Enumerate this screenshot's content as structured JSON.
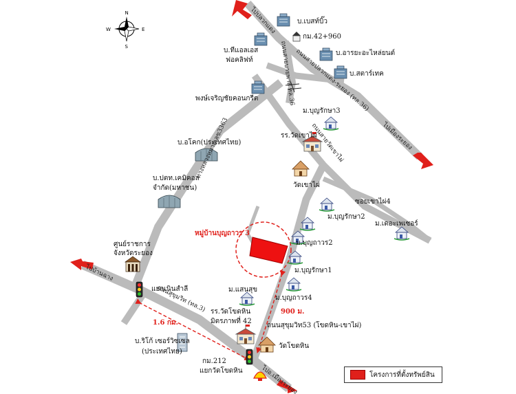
{
  "colors": {
    "road": "#bbbbbb",
    "accent": "#e0201b",
    "arrow": "#e0201b",
    "project": "#ee1111"
  },
  "compass": {
    "n": "N",
    "s": "S",
    "e": "E",
    "w": "W"
  },
  "directions": {
    "to_ban_chang": "ไปบ้านฉาง",
    "to_rayong_north": "ไปเมืองระยอง",
    "to_rayong_south": "ไปอ.เมืองระยอง",
    "to_ban_chang_top": "ไปปลวกแดง"
  },
  "roads": {
    "road_36": "ถนนสายบายพาส ทล.36",
    "road_pluak_daeng_rayong": "ถนนสายปลวกแดง-ระยอง (ทล.36)",
    "road_363": "ทางหลวงหมายเลข3363",
    "road_khao_pai": "ถนนสายวัดเขาไผ่",
    "soi_khao_pai_4": "ซอยเขาไผ่4",
    "sukhumvit": "ถนนสุขุมวิท (ทล.3)",
    "sukhumvit_53": "ถนนสุขุมวิท53 (โขดหิน-เขาไผ่)"
  },
  "places": {
    "besetbio": "บ.เบสท์บิ๊ว",
    "km42": "กม.42+960",
    "tsforklift_1": "บ.ทีแอลเอส",
    "tsforklift_2": "ฟอคลิฟท์",
    "araya": "บ.อารยะอะไหล่ยนต์",
    "startech": "บ.สตาร์เทค",
    "pong_charoen": "พงษ์เจริญชัยคอนกรีต",
    "bunrak3": "ม.บุญรักษา3",
    "school_khao_pai": "รร.วัดเขาไผ่",
    "okoke": "บ.อโคก(ประเทศไทย)",
    "wat_khao_pai": "วัดเขาไผ่",
    "ptt_1": "บ.ปตท.เคมิคอล",
    "ptt_2": "จำกัด(มหาชน)",
    "bunrak2": "ม.บุญรักษา2",
    "the_ace": "ม.เดอะเพเซอร์",
    "project_village": "หมู่บ้านบุญถาวร 3",
    "center_1": "ศูนย์ราชการ",
    "center_2": "จังหวัดระยอง",
    "bunthaworn2": "ม.บุญถาวร2",
    "bunrak1": "ม.บุญรักษา1",
    "yaek_noen_sam_sip": "แยกเนินสำลี",
    "saensuk": "ม.แสนสุข",
    "bunthaworn4": "ม.บุญถาวร4",
    "school_khod_hin_1": "รร.วัดโขดหิน",
    "school_khod_hin_2": "มิตรภาพที่ 42",
    "dist_900": "900 ม.",
    "dist_16": "1.6 กม.",
    "wat_khod_hin": "วัดโขดหิน",
    "ricoh_1": "บ.ริโก้ เซอร์วิซเซล",
    "ricoh_2": "(ประเทศไทย)",
    "km212": "กม.212",
    "yaek_khod_hin": "แยกวัดโขดหิน"
  },
  "legend": {
    "label": "โครงการที่ตั้งทรัพย์สิน"
  }
}
